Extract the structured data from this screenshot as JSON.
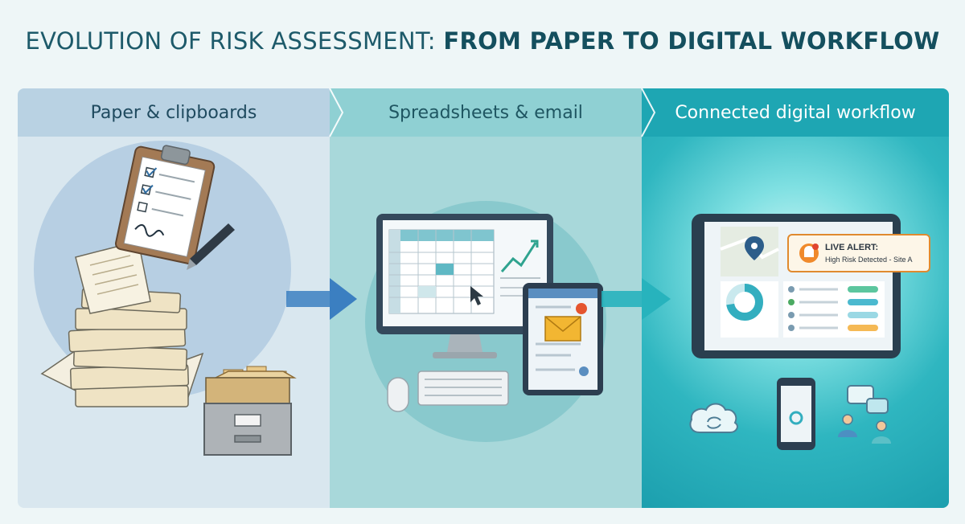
{
  "title": {
    "light": "EVOLUTION OF RISK ASSESSMENT:",
    "bold": "FROM PAPER TO DIGITAL WORKFLOW"
  },
  "stages": [
    {
      "label": "Paper & clipboards",
      "icons": [
        "clipboard-icon",
        "pen-icon",
        "paper-stack-icon",
        "file-cabinet-icon"
      ]
    },
    {
      "label": "Spreadsheets & email",
      "icons": [
        "monitor-icon",
        "spreadsheet-icon",
        "cursor-icon",
        "tablet-icon",
        "email-icon",
        "keyboard-icon",
        "mouse-icon"
      ]
    },
    {
      "label": "Connected digital workflow",
      "icons": [
        "tablet-dashboard-icon",
        "map-pin-icon",
        "bell-icon",
        "donut-chart-icon",
        "cloud-sync-icon",
        "smartphone-icon",
        "chat-users-icon"
      ]
    }
  ],
  "alert": {
    "title": "LIVE ALERT:",
    "message": "High Risk Detected - Site A"
  },
  "colors": {
    "title": "#1d5a6a",
    "stage1": "#d9e7ef",
    "stage2": "#a8d8da",
    "stage3": "#1ea6b3",
    "arrow": "#3b7fc1",
    "alert_orange": "#f08a2c"
  }
}
